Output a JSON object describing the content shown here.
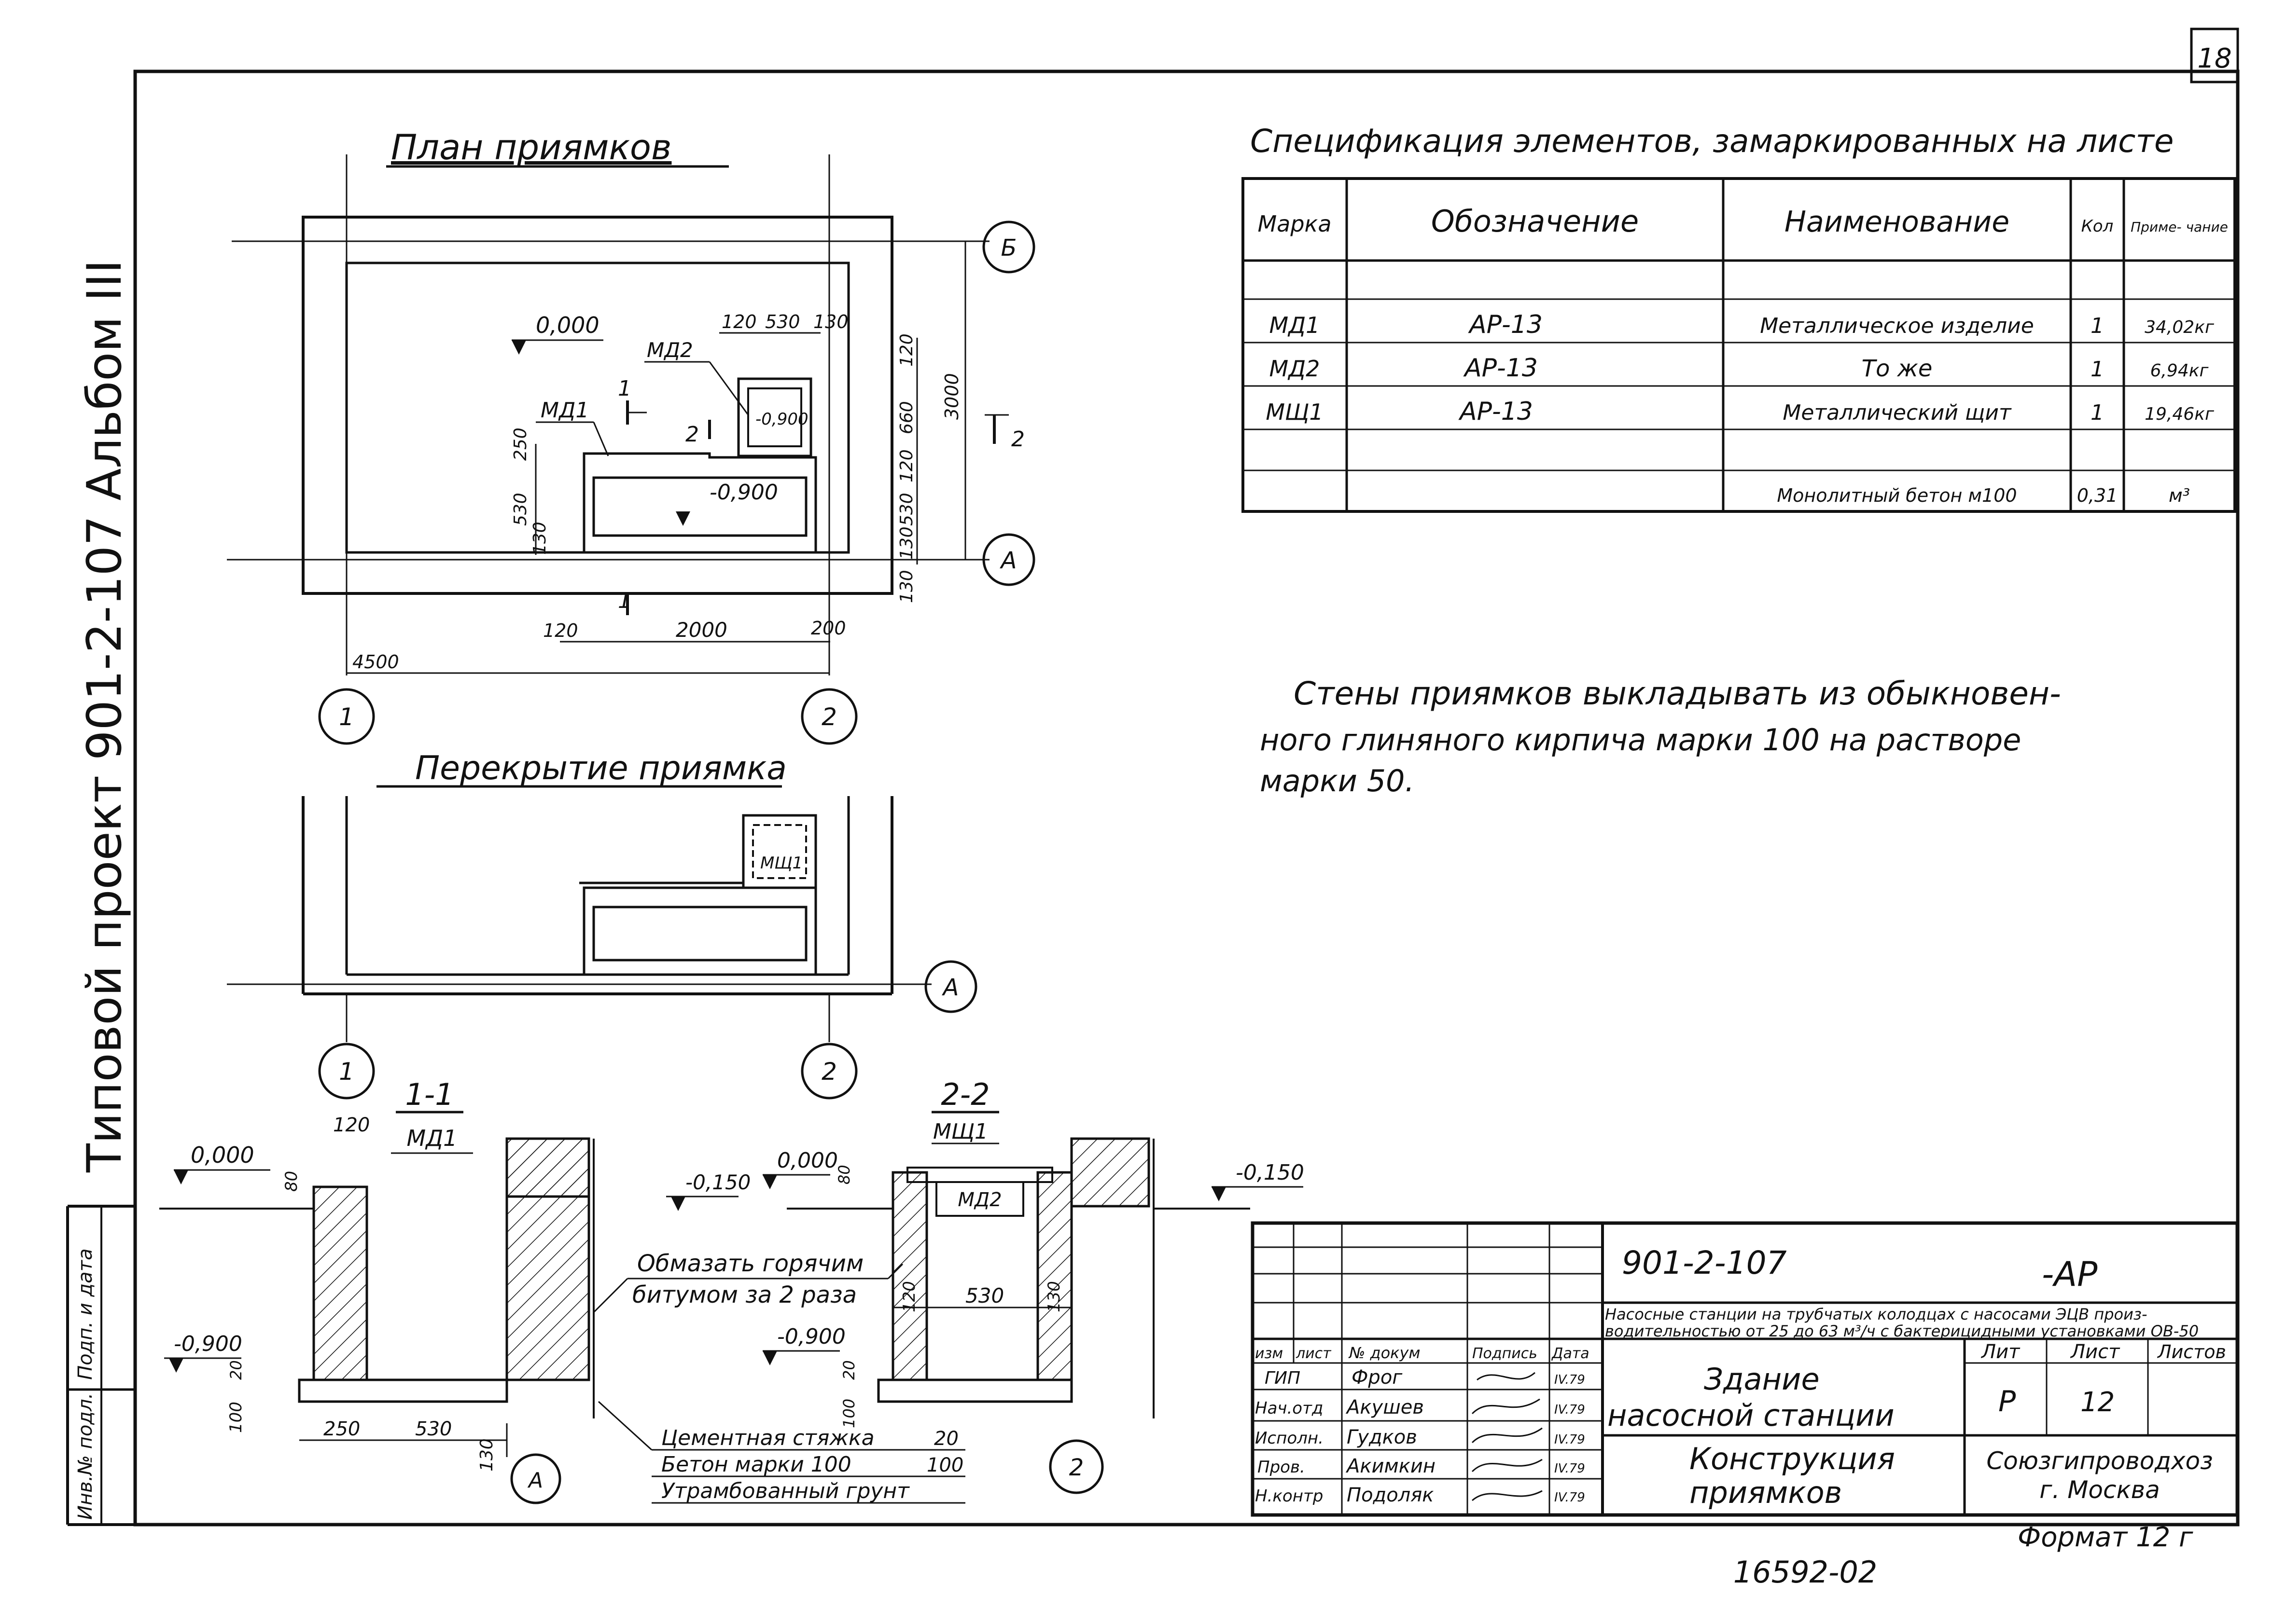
{
  "sheet": {
    "sheet_number": "18",
    "album_text": "Типовой проект 901-2-107 Альбом III",
    "side_stamp": {
      "label_1": "Подп. и дата",
      "label_2": "Инв.№ подл."
    },
    "bottom_number": "16592-02",
    "format": "Формат 12 г"
  },
  "plan": {
    "title": "План приямков",
    "level_0": "0,000",
    "level_pit": "-0,900",
    "level_pit_2": "-0,900",
    "mark_md1": "МД1",
    "mark_md2": "МД2",
    "cut_1": "1",
    "cut_2": "2",
    "axis_b": "Б",
    "axis_a": "А",
    "axis_1": "1",
    "axis_2": "2",
    "dims_top": [
      "120",
      "530",
      "130"
    ],
    "dims_left": [
      "250",
      "530",
      "130"
    ],
    "dims_right": [
      "120",
      "660",
      "120",
      "530",
      "130"
    ],
    "dim_130_bottom": "130",
    "dim_3000": "3000",
    "dims_bottom": [
      "120",
      "2000",
      "200"
    ],
    "dim_4500": "4500"
  },
  "overlap": {
    "title": "Перекрытие приямка",
    "mark_msh1": "МЩ1",
    "axis_a": "А",
    "axis_1": "1",
    "axis_2": "2"
  },
  "spec": {
    "title": "Спецификация элементов, замаркированных на листе",
    "headers": [
      "Марка",
      "Обозначение",
      "Наименование",
      "Кол",
      "Приме- чание"
    ],
    "rows": [
      [
        "МД1",
        "АР-13",
        "Металлическое изделие",
        "1",
        "34,02кг"
      ],
      [
        "МД2",
        "АР-13",
        "То же",
        "1",
        "6,94кг"
      ],
      [
        "МЩ1",
        "АР-13",
        "Металлический щит",
        "1",
        "19,46кг"
      ],
      [
        "",
        "",
        "Монолитный бетон м100",
        "0,31",
        "м³"
      ]
    ]
  },
  "note": {
    "line_1": "Стены приямков выкладывать из обыкновен-",
    "line_2": "ного глиняного кирпича марки 100 на растворе",
    "line_3": "марки 50."
  },
  "section_1": {
    "title": "1-1",
    "mark": "МД1",
    "level_0": "0,000",
    "level_pit": "-0,900",
    "dim_120": "120",
    "dim_80": "80",
    "dim_20": "20",
    "dim_100": "100",
    "dims_bottom": [
      "250",
      "530"
    ],
    "dim_130": "130",
    "axis": "А",
    "callout": [
      "Обмазать горячим",
      "битумом за 2 раза"
    ]
  },
  "section_2": {
    "title": "2-2",
    "mark_top": "МЩ1",
    "mark_inner": "МД2",
    "level_0": "0,000",
    "level_015_left": "-0,150",
    "level_015_right": "-0,150",
    "level_pit": "-0,900",
    "dim_80": "80",
    "dim_20": "20",
    "dim_100": "100",
    "dim_120": "120",
    "dim_530": "530",
    "dim_130": "130",
    "axis": "2"
  },
  "layers": [
    {
      "name": "Цементная стяжка",
      "value": "20"
    },
    {
      "name": "Бетон марки 100",
      "value": "100"
    },
    {
      "name": "Утрамбованный грунт",
      "value": ""
    }
  ],
  "title_block": {
    "code": "901-2-107",
    "suffix": "-АР",
    "description_1": "Насосные станции на трубчатых колодцах с насосами ЭЦВ произ-",
    "description_2": "водительностью от 25 до 63 м³/ч с бактерицидными установками ОВ-50",
    "col_headers": [
      "изм",
      "лист",
      "№ докум",
      "Подпись",
      "Дата"
    ],
    "staff": [
      {
        "role": "ГИП",
        "name": "Фрог",
        "date": "IV.79"
      },
      {
        "role": "Нач.отд",
        "name": "Акушев",
        "date": "IV.79"
      },
      {
        "role": "Исполн.",
        "name": "Гудков",
        "date": "IV.79"
      },
      {
        "role": "Пров.",
        "name": "Акимкин",
        "date": "IV.79"
      },
      {
        "role": "Н.контр",
        "name": "Подоляк",
        "date": "IV.79"
      }
    ],
    "object_1": "Здание",
    "object_2": "насосной станции",
    "stage_headers": [
      "Лит",
      "Лист",
      "Листов"
    ],
    "stage": "Р",
    "sheet_no": "12",
    "sheets_total": "",
    "drawing_1": "Конструкция",
    "drawing_2": "приямков",
    "org_1": "Союзгипроводхоз",
    "org_2": "г. Москва"
  }
}
